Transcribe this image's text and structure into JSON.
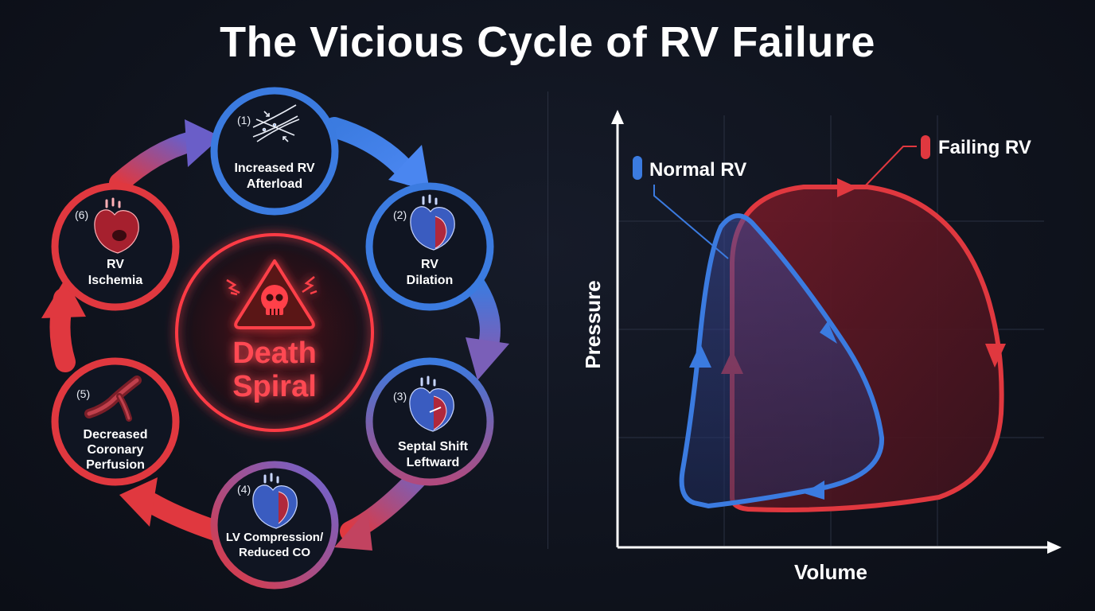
{
  "title": "The Vicious Cycle of RV Failure",
  "cycle": {
    "center": {
      "line1": "Death",
      "line2": "Spiral",
      "icon": "skull-warning-icon"
    },
    "nodes": [
      {
        "number": "(1)",
        "line1": "Increased RV",
        "line2": "Afterload",
        "line3": "",
        "icon": "narrowed-vessel-icon",
        "color": "#3b7be0"
      },
      {
        "number": "(2)",
        "line1": "RV",
        "line2": "Dilation",
        "line3": "",
        "icon": "heart-icon",
        "color": "#3b7be0"
      },
      {
        "number": "(3)",
        "line1": "Septal Shift",
        "line2": "Leftward",
        "line3": "",
        "icon": "heart-icon",
        "color": "#7a5fb8"
      },
      {
        "number": "(4)",
        "line1": "LV Compression/",
        "line2": "Reduced CO",
        "line3": "",
        "icon": "heart-icon",
        "color": "#9a4f9e"
      },
      {
        "number": "(5)",
        "line1": "Decreased",
        "line2": "Coronary",
        "line3": "Perfusion",
        "icon": "coronary-vessel-icon",
        "color": "#e0383f"
      },
      {
        "number": "(6)",
        "line1": "RV",
        "line2": "Ischemia",
        "line3": "",
        "icon": "ischemic-heart-icon",
        "color": "#e0383f"
      }
    ]
  },
  "plot": {
    "xlabel": "Volume",
    "ylabel": "Pressure",
    "legend": [
      {
        "name": "Normal RV",
        "color": "#3b7be0"
      },
      {
        "name": "Failing RV",
        "color": "#e0383f"
      }
    ]
  },
  "colors": {
    "blue": "#3b7be0",
    "red": "#e0383f",
    "purple": "#8a56a8",
    "background": "#0f131d"
  }
}
